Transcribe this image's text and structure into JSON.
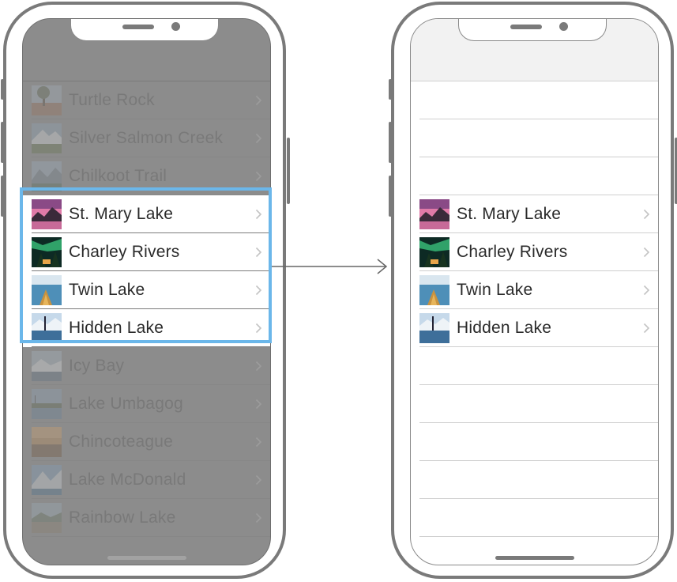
{
  "left_phone": {
    "rows": [
      {
        "label": "Turtle Rock",
        "thumb": "turtle-rock",
        "highlighted": false
      },
      {
        "label": "Silver Salmon Creek",
        "thumb": "silver-salmon-creek",
        "highlighted": false
      },
      {
        "label": "Chilkoot Trail",
        "thumb": "chilkoot-trail",
        "highlighted": false
      },
      {
        "label": "St. Mary Lake",
        "thumb": "st-mary-lake",
        "highlighted": true
      },
      {
        "label": "Charley Rivers",
        "thumb": "charley-rivers",
        "highlighted": true
      },
      {
        "label": "Twin Lake",
        "thumb": "twin-lake",
        "highlighted": true
      },
      {
        "label": "Hidden Lake",
        "thumb": "hidden-lake",
        "highlighted": true
      },
      {
        "label": "Icy Bay",
        "thumb": "icy-bay",
        "highlighted": false
      },
      {
        "label": "Lake Umbagog",
        "thumb": "lake-umbagog",
        "highlighted": false
      },
      {
        "label": "Chincoteague",
        "thumb": "chincoteague",
        "highlighted": false
      },
      {
        "label": "Lake McDonald",
        "thumb": "lake-mcdonald",
        "highlighted": false
      },
      {
        "label": "Rainbow Lake",
        "thumb": "rainbow-lake",
        "highlighted": false
      }
    ]
  },
  "right_phone": {
    "rows": [
      {
        "label": "",
        "thumb": ""
      },
      {
        "label": "",
        "thumb": ""
      },
      {
        "label": "",
        "thumb": ""
      },
      {
        "label": "St. Mary Lake",
        "thumb": "st-mary-lake"
      },
      {
        "label": "Charley Rivers",
        "thumb": "charley-rivers"
      },
      {
        "label": "Twin Lake",
        "thumb": "twin-lake"
      },
      {
        "label": "Hidden Lake",
        "thumb": "hidden-lake"
      },
      {
        "label": "",
        "thumb": ""
      },
      {
        "label": "",
        "thumb": ""
      },
      {
        "label": "",
        "thumb": ""
      },
      {
        "label": "",
        "thumb": ""
      },
      {
        "label": "",
        "thumb": ""
      }
    ]
  },
  "colors": {
    "highlight_border": "#6bb7ea",
    "dim_overlay": "#8c8c8c",
    "phone_frame": "#7a7a7a"
  }
}
